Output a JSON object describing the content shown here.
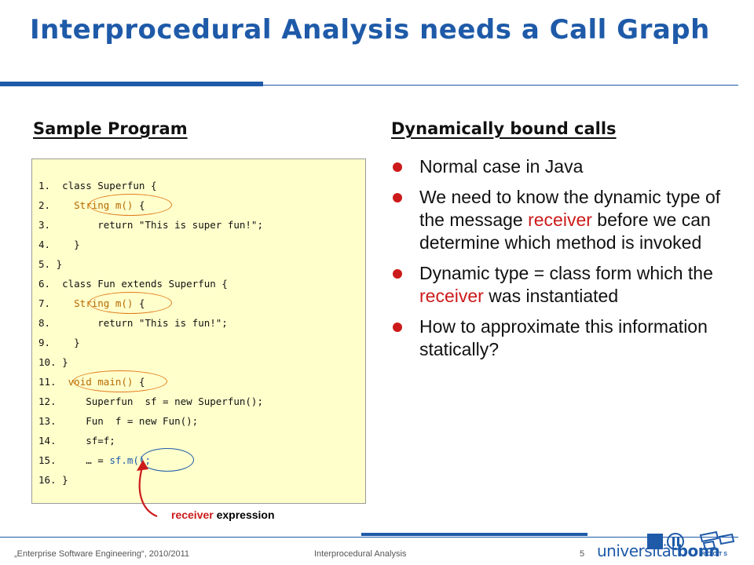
{
  "title": "Interprocedural Analysis needs a Call Graph",
  "left_heading": "Sample Program",
  "right_heading": "Dynamically bound calls",
  "code_lines": [
    "1.  class Superfun {",
    "2.    String m() {",
    "3.        return \"This is super fun!\";",
    "4.    }",
    "5. }",
    "6.  class Fun extends Superfun {",
    "7.    String m() {",
    "8.        return \"This is fun!\";",
    "9.    }",
    "10. }",
    "11.  void main() {",
    "12.     Superfun  sf = new Superfun();",
    "13.     Fun  f = new Fun();",
    "14.     sf=f;",
    "15.     … = sf.m();",
    "16. }"
  ],
  "bullets": [
    {
      "parts": [
        "Normal case in Java"
      ]
    },
    {
      "parts": [
        "We need to know the dynamic type of the message ",
        "receiver",
        " before we can determine which method is invoked"
      ]
    },
    {
      "parts": [
        "Dynamic type = class form which the ",
        "receiver",
        " was instantiated"
      ]
    },
    {
      "parts": [
        "How to approximate this information statically?"
      ]
    }
  ],
  "annotation": {
    "receiver": "receiver",
    "expression": "expression"
  },
  "footer": {
    "course": "„Enterprise Software Engineering“, 2010/2011",
    "topic": "Interprocedural Analysis",
    "page": "5",
    "logo_prefix": "universität",
    "logo_suffix": "bonn",
    "roots": "ROOTS"
  },
  "colors": {
    "accent": "#1e5aa8",
    "highlight": "#cc1a1a",
    "code_bg": "#ffffcc",
    "code_highlight": "#b56a00"
  }
}
